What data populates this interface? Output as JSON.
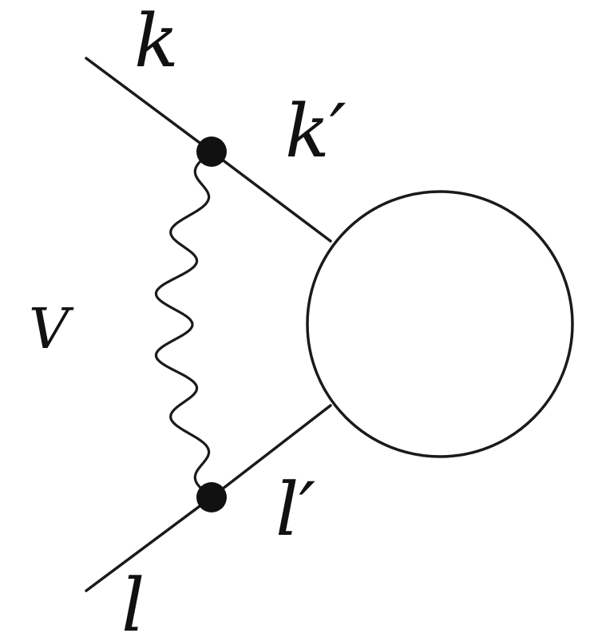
{
  "labels": {
    "k": "k",
    "k_prime": "k′",
    "l": "l",
    "l_prime": "l′",
    "v": "V"
  },
  "colors": {
    "line": "#1a1a1a",
    "vertex": "#111111",
    "text": "#111111",
    "v_label": "#2a3a66",
    "background": "#ffffff"
  }
}
